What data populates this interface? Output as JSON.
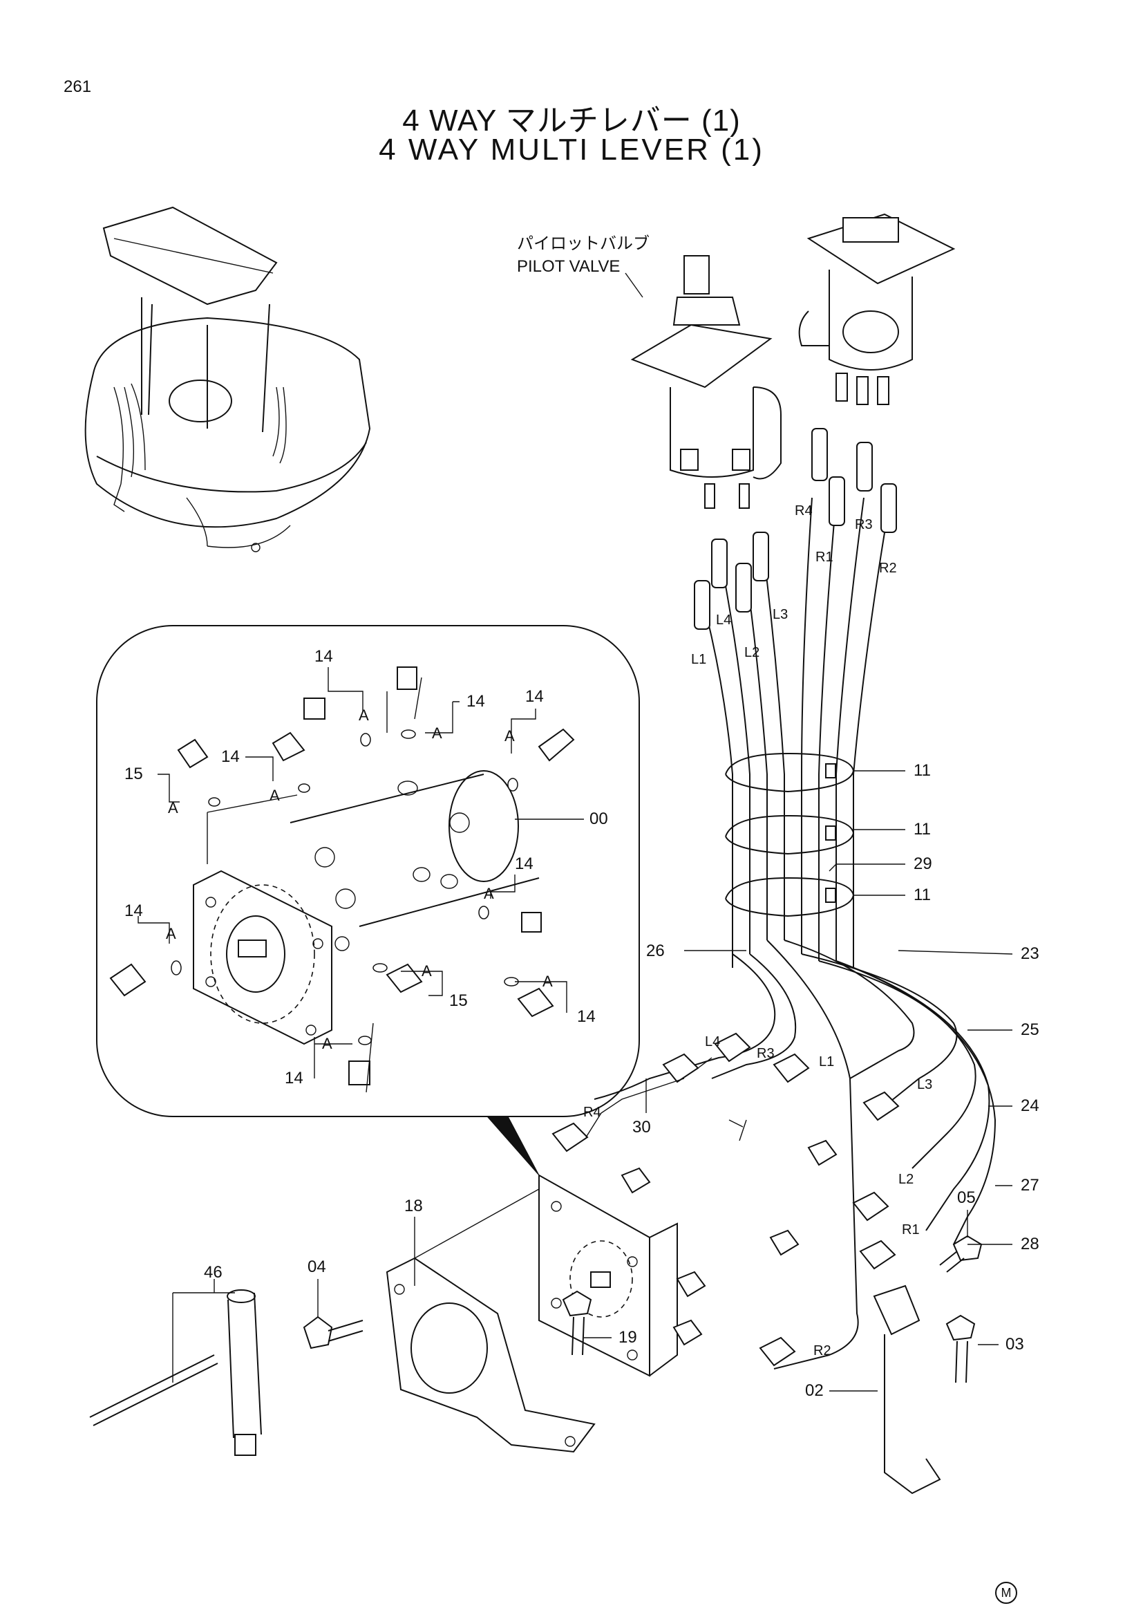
{
  "page_number": "261",
  "title_jp": "4 WAY マルチレバー (1)",
  "title_en": "4 WAY MULTI LEVER (1)",
  "pilot_valve": {
    "label_jp": "パイロットバルブ",
    "label_en": "PILOT VALVE"
  },
  "hose_tags": [
    "R4",
    "R1",
    "R3",
    "R2",
    "L1",
    "L4",
    "L2",
    "L3"
  ],
  "callouts": [
    "11",
    "11",
    "29",
    "11",
    "23",
    "26",
    "25",
    "24",
    "27",
    "28",
    "30",
    "18",
    "04",
    "46",
    "19",
    "05",
    "03",
    "02",
    "00",
    "14",
    "15",
    "A"
  ],
  "mark": "M"
}
